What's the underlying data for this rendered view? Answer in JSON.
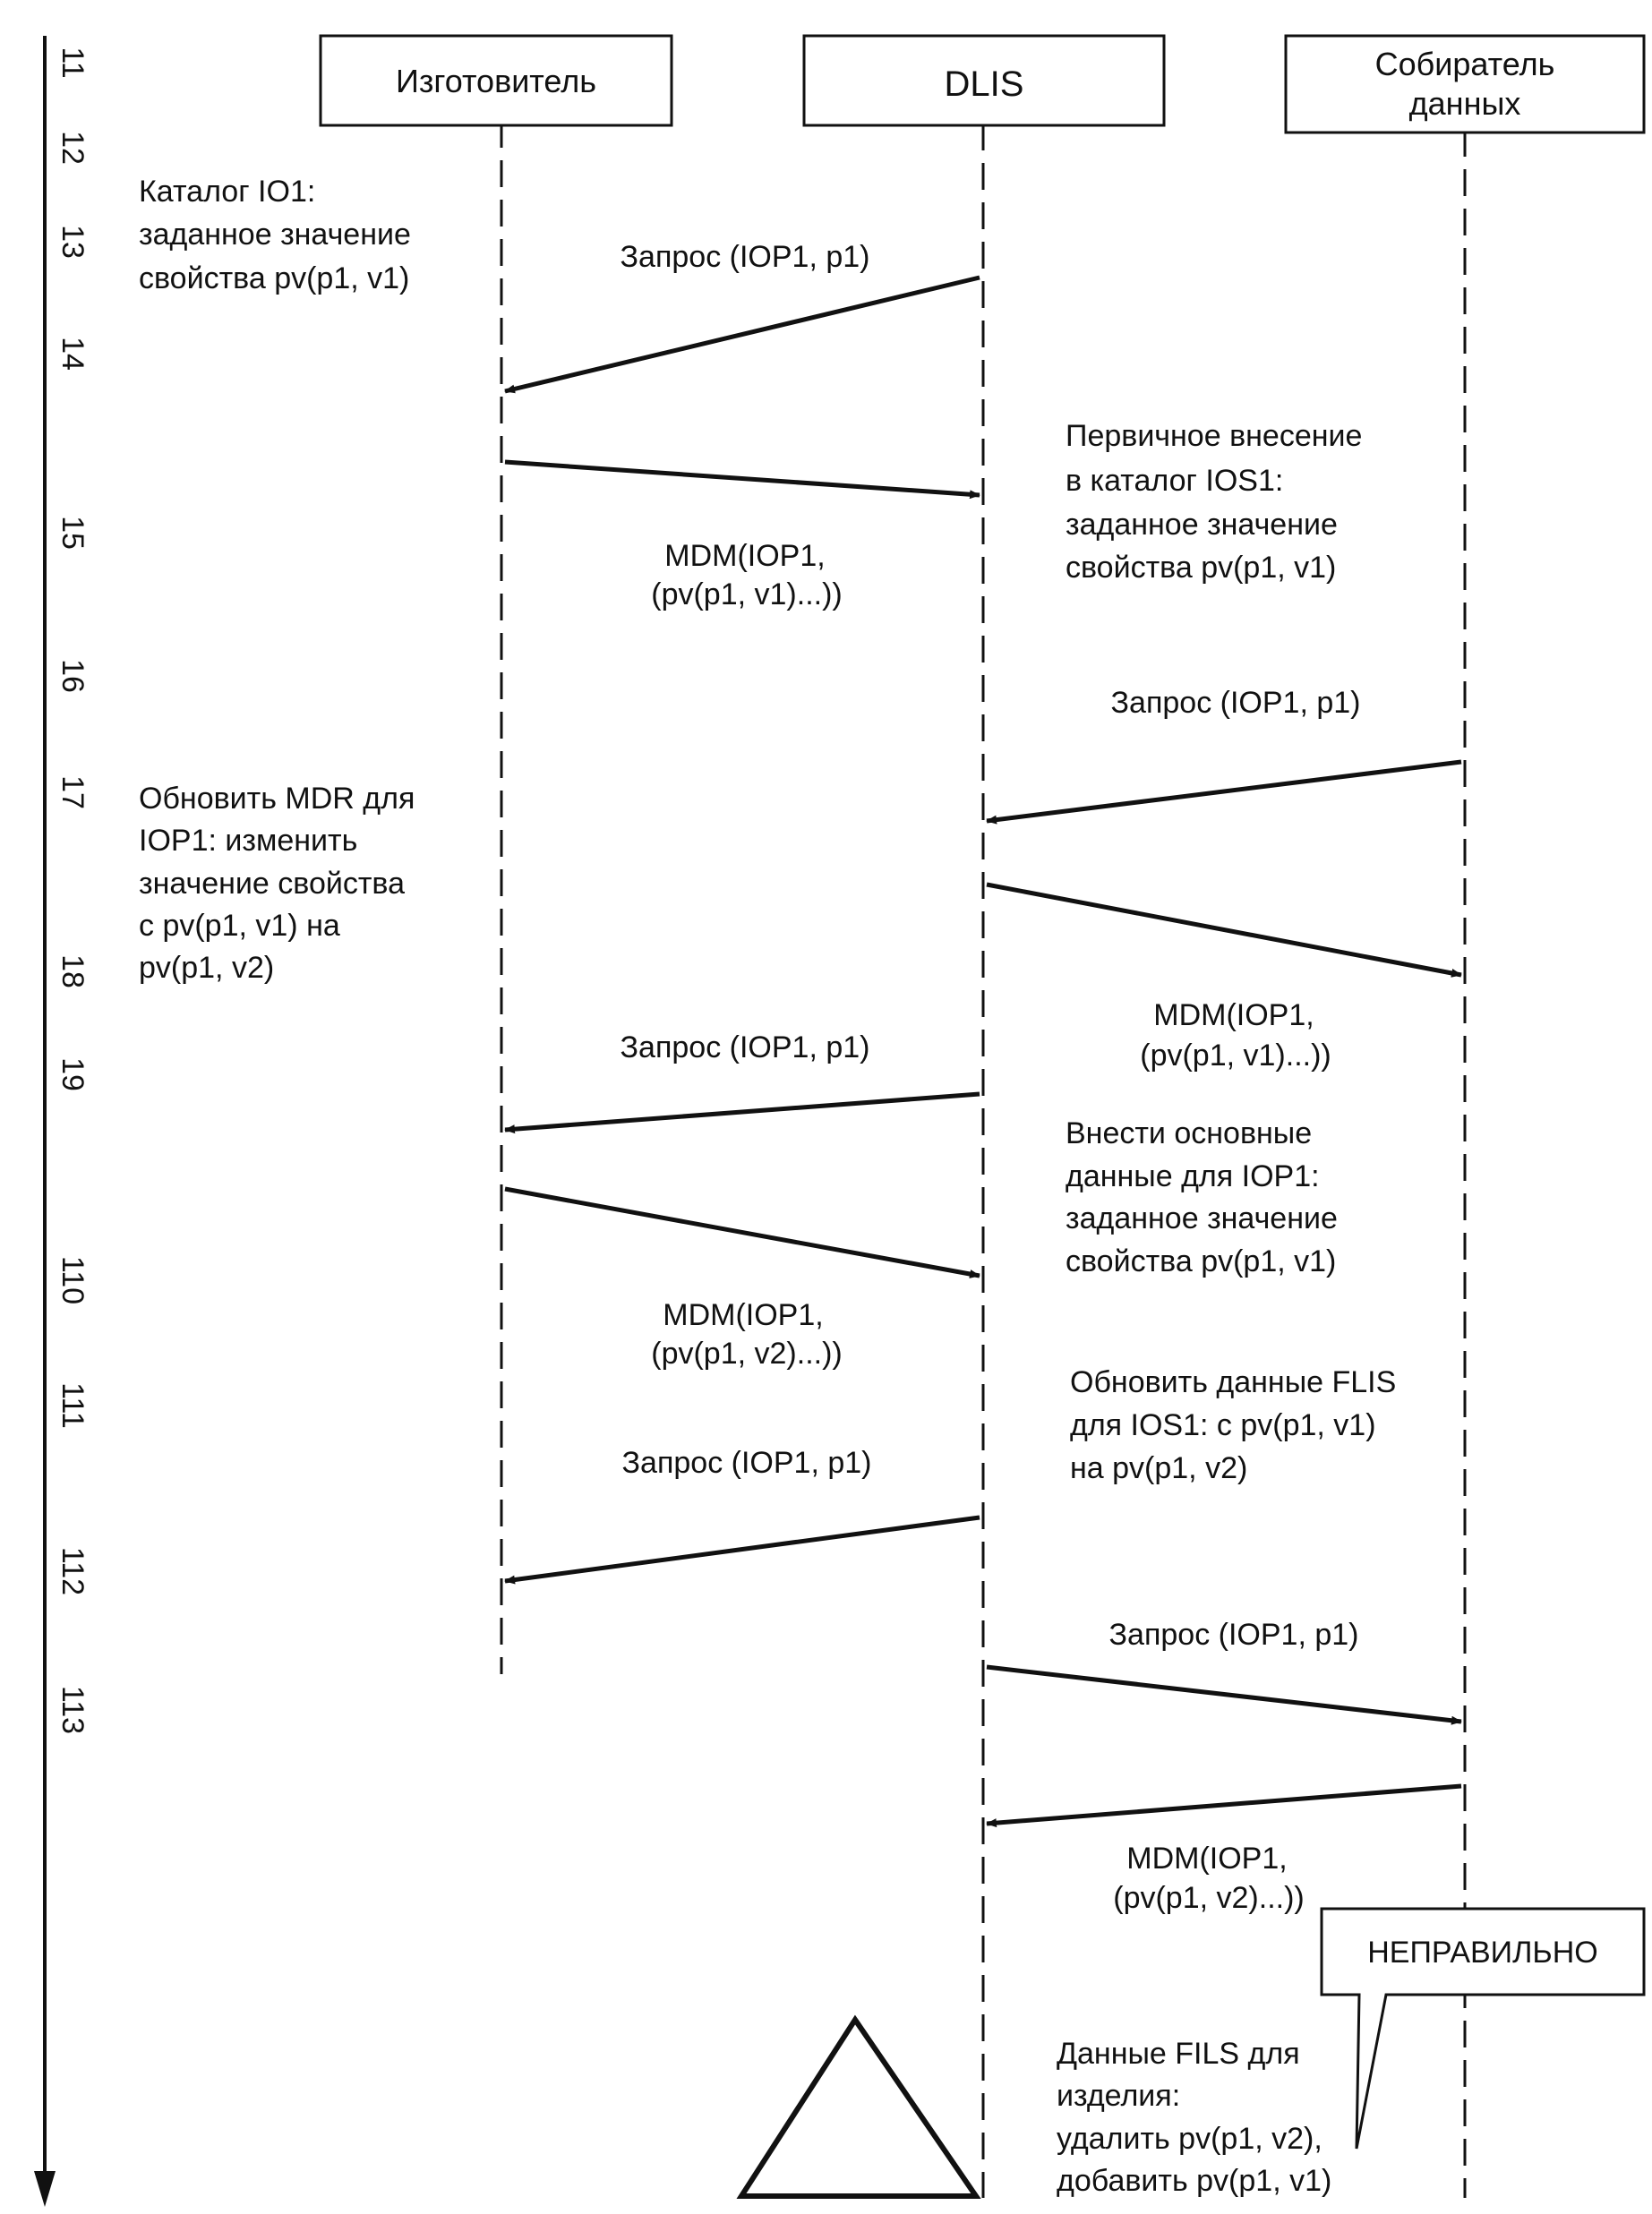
{
  "participants": [
    {
      "id": "manufacturer",
      "label_lines": [
        "Изготовитель"
      ]
    },
    {
      "id": "dlis",
      "label_lines": [
        "DLIS"
      ]
    },
    {
      "id": "collector",
      "label_lines": [
        "Собиратель",
        "данных"
      ]
    }
  ],
  "time_ticks": [
    "11",
    "12",
    "13",
    "14",
    "15",
    "16",
    "17",
    "18",
    "19",
    "110",
    "111",
    "112",
    "113"
  ],
  "messages": [
    {
      "id": "m1",
      "from": "dlis",
      "to": "manufacturer",
      "label_lines": [
        "Запрос (IOP1, p1)"
      ]
    },
    {
      "id": "m2",
      "from": "manufacturer",
      "to": "dlis",
      "label_lines": [
        "MDM(IOP1,",
        "(pv(p1, v1)...))"
      ]
    },
    {
      "id": "m3",
      "from": "collector",
      "to": "dlis",
      "label_lines": [
        "Запрос (IOP1, p1)"
      ]
    },
    {
      "id": "m4",
      "from": "dlis",
      "to": "collector",
      "label_lines": [
        "MDM(IOP1,",
        "(pv(p1, v1)...))"
      ]
    },
    {
      "id": "m5",
      "from": "dlis",
      "to": "manufacturer",
      "label_lines": [
        "Запрос (IOP1, p1)"
      ]
    },
    {
      "id": "m6",
      "from": "manufacturer",
      "to": "dlis",
      "label_lines": [
        "MDM(IOP1,",
        "(pv(p1, v2)...))"
      ]
    },
    {
      "id": "m7",
      "from": "dlis",
      "to": "manufacturer",
      "label_lines": [
        "Запрос (IOP1, p1)"
      ]
    },
    {
      "id": "m8",
      "from": "dlis",
      "to": "collector",
      "label_lines": [
        "Запрос (IOP1, p1)"
      ]
    },
    {
      "id": "m9",
      "from": "collector",
      "to": "dlis",
      "label_lines": [
        "MDM(IOP1,",
        "(pv(p1, v2)...))"
      ]
    }
  ],
  "notes": [
    {
      "id": "n1",
      "lines": [
        "Каталог IO1:",
        "заданное значение",
        "свойства pv(p1, v1)"
      ]
    },
    {
      "id": "n2",
      "lines": [
        "Первичное внесение",
        "в каталог IOS1:",
        "заданное значение",
        "свойства pv(p1, v1)"
      ]
    },
    {
      "id": "n3",
      "lines": [
        "Обновить MDR для",
        "IOP1: изменить",
        "значение свойства",
        "с pv(p1, v1) на",
        "pv(p1, v2)"
      ]
    },
    {
      "id": "n4",
      "lines": [
        "Внести основные",
        "данные для IOP1:",
        "заданное значение",
        "свойства pv(p1, v1)"
      ]
    },
    {
      "id": "n5",
      "lines": [
        "Обновить данные FLIS",
        "для IOS1: с pv(p1, v1)",
        "на pv(p1, v2)"
      ]
    },
    {
      "id": "n6",
      "lines": [
        "Данные FILS для",
        "изделия:",
        "удалить pv(p1, v2),",
        "добавить pv(p1, v1)"
      ]
    }
  ],
  "callout": {
    "text": "НЕПРАВИЛЬНО"
  }
}
